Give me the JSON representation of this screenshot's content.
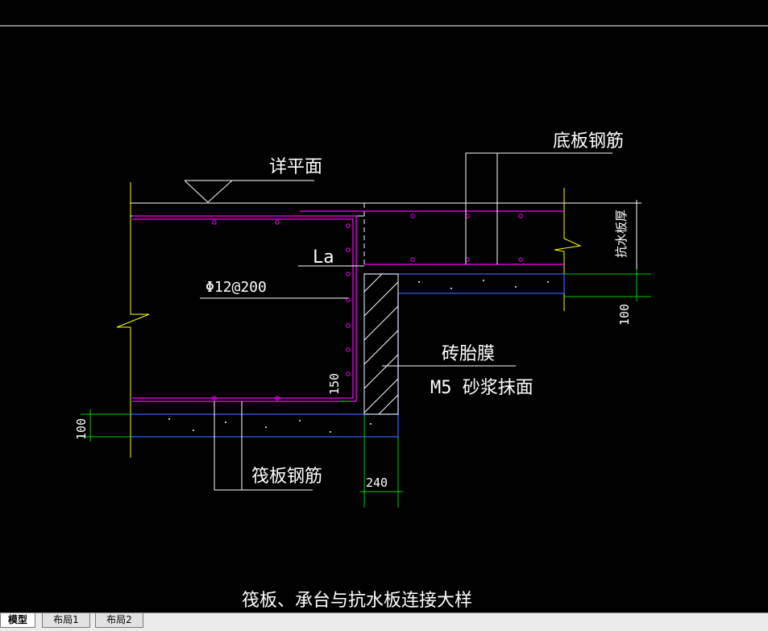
{
  "drawing": {
    "title": "筏板、承台与抗水板连接大样",
    "labels": {
      "detail_plan": "详平面",
      "bottom_slab_rebar": "底板钢筋",
      "anti_water_thickness": "抗水板厚",
      "la": "La",
      "rebar_spec": "Φ12@200",
      "dim_100_right": "100",
      "brick_form": "砖胎膜",
      "mortar_plaster": "M5 砂浆抹面",
      "dim_150": "150",
      "dim_100_left": "100",
      "raft_rebar": "筏板钢筋",
      "dim_240": "240"
    },
    "colors": {
      "background": "#000000",
      "line_white": "#ffffff",
      "line_yellow": "#ffff00",
      "line_magenta": "#ff00ff",
      "line_blue": "#3a5cff",
      "line_green": "#00cc00"
    }
  },
  "tabs": [
    {
      "label": "模型",
      "active": true
    },
    {
      "label": "布局1",
      "active": false
    },
    {
      "label": "布局2",
      "active": false
    }
  ]
}
